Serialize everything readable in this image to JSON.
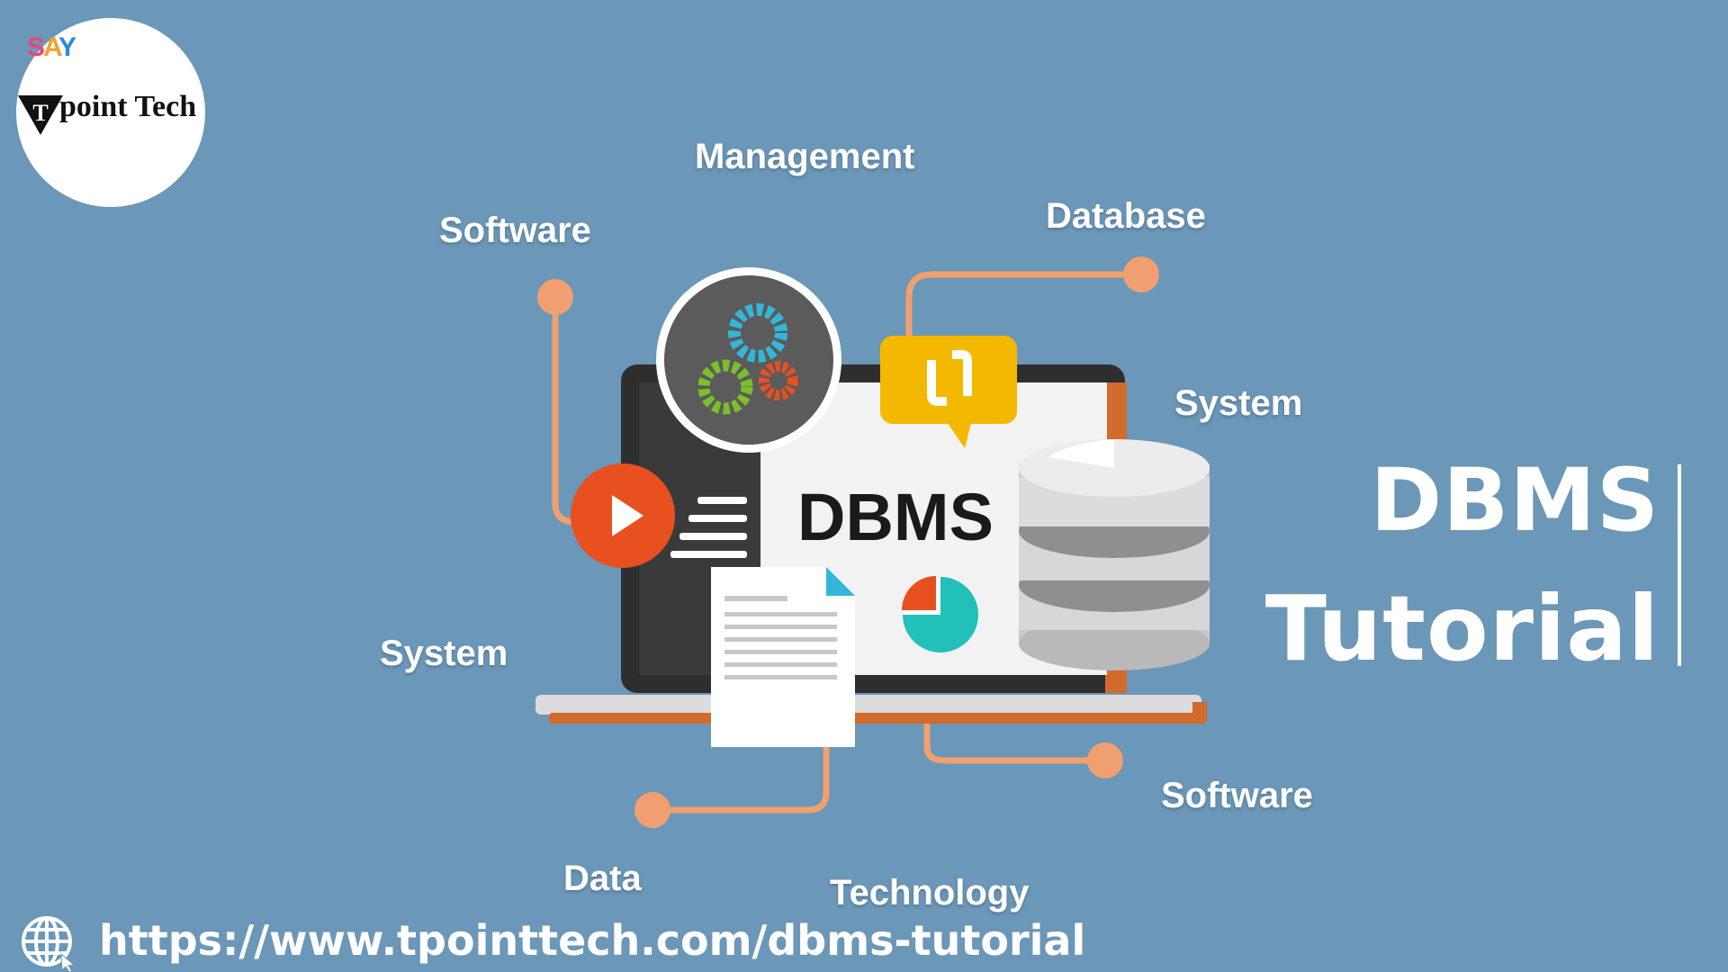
{
  "logo": {
    "say_letters": [
      "S",
      "A",
      "Y"
    ],
    "brand_name": "point Tech",
    "brand_mark": "T"
  },
  "labels": {
    "management": "Management",
    "software_top": "Software",
    "database": "Database",
    "system_right": "System",
    "system_left": "System",
    "software_bottom": "Software",
    "data": "Data",
    "technology": "Technology"
  },
  "illustration": {
    "screen_text": "DBMS"
  },
  "title": {
    "line1": "DBMS",
    "line2": "Tutorial"
  },
  "footer": {
    "url": "https://www.tpointtech.com/dbms-tutorial",
    "icon": "globe-icon"
  },
  "colors": {
    "background": "#6b97b8",
    "accent_orange": "#f0a070",
    "play_red": "#e8501f",
    "chat_yellow": "#f5b800"
  }
}
